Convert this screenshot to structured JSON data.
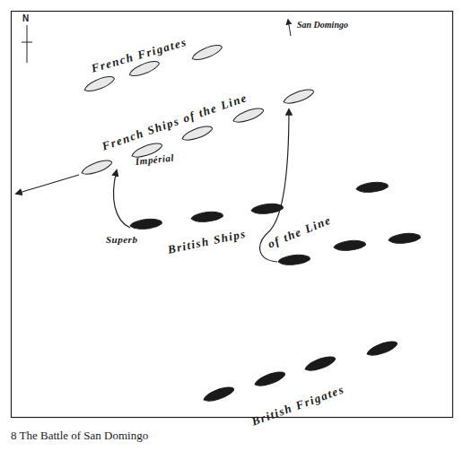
{
  "diagram": {
    "caption": "8 The Battle of San Domingo",
    "labels": [
      "N",
      "San Domingo",
      "French Frigates",
      "French Ships of the Line",
      "Impérial",
      "Superb",
      "British Ships",
      "of the Line",
      "British Frigates"
    ]
  }
}
